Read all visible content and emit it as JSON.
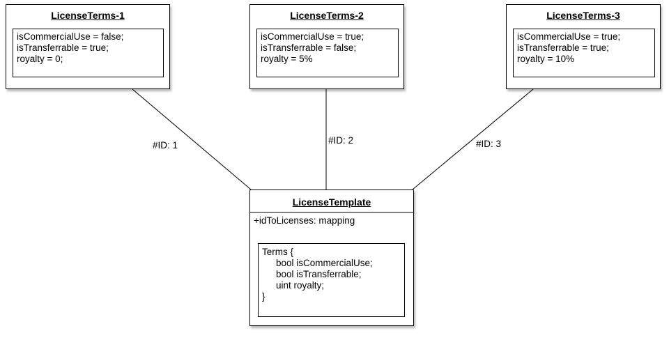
{
  "diagram": {
    "license_terms": [
      {
        "title": "LicenseTerms-1",
        "lines": [
          "isCommercialUse = false;",
          "isTransferrable = true;",
          "royalty = 0;"
        ]
      },
      {
        "title": "LicenseTerms-2",
        "lines": [
          "isCommercialUse = true;",
          "isTransferrable = false;",
          "royalty = 5%"
        ]
      },
      {
        "title": "LicenseTerms-3",
        "lines": [
          "isCommercialUse = true;",
          "isTransferrable = true;",
          "royalty = 10%"
        ]
      }
    ],
    "connector_labels": [
      "#ID: 1",
      "#ID: 2",
      "#ID: 3"
    ],
    "template": {
      "title": "LicenseTemplate",
      "attribute": "+idToLicenses: mapping",
      "struct_lines": [
        "Terms {",
        "bool isCommercialUse;",
        "bool isTransferrable;",
        "uint royalty;",
        "}"
      ]
    },
    "colors": {
      "stroke": "#000000",
      "fill": "#ffffff"
    }
  }
}
